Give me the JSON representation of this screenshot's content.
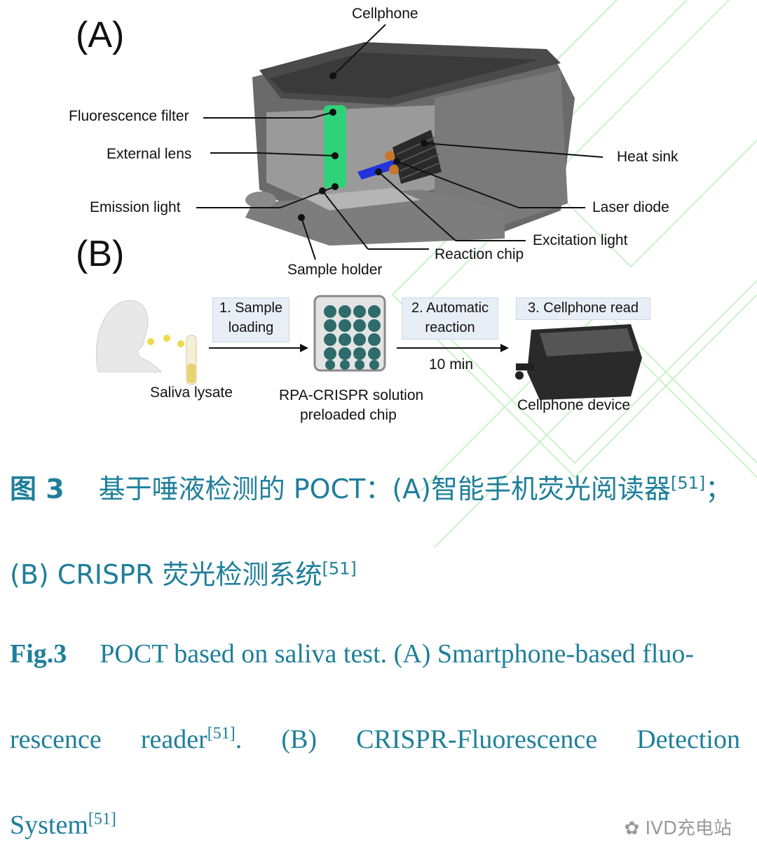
{
  "figure": {
    "panel_a_tag": "(A)",
    "panel_b_tag": "(B)",
    "labels_a": {
      "cellphone": "Cellphone",
      "fluorescence_filter": "Fluorescence filter",
      "external_lens": "External lens",
      "emission_light": "Emission light",
      "heat_sink": "Heat sink",
      "laser_diode": "Laser diode",
      "excitation_light": "Excitation light",
      "reaction_chip": "Reaction chip",
      "sample_holder": "Sample holder"
    },
    "labels_b": {
      "step1_line1": "1. Sample",
      "step1_line2": "loading",
      "step2_line1": "2. Automatic",
      "step2_line2": "reaction",
      "step3": "3. Cellphone read",
      "time": "10 min",
      "saliva": "Saliva lysate",
      "chip_line1": "RPA-CRISPR solution",
      "chip_line2": "preloaded chip",
      "device": "Cellphone device"
    }
  },
  "caption": {
    "zh_label": "图 3",
    "zh_line1": "基于唾液检测的 POCT：(A)智能手机荧光阅读器",
    "zh_ref1": "[51]",
    "zh_sep": "；",
    "zh_line2": "(B) CRISPR 荧光检测系统",
    "zh_ref2": "[51]",
    "en_label": "Fig.3",
    "en_line1": "POCT based on saliva test. (A) Smartphone-based fluo-",
    "en_line2_words": [
      "rescence",
      "reader",
      "[51]",
      ".",
      "(B)",
      "CRISPR-Fluorescence",
      "Detection"
    ],
    "en_line3": "System",
    "en_ref3": "[51]"
  },
  "watermark": "IVD充电站",
  "colors": {
    "accent": "#1e7f9a",
    "green_light": "#2fd27a",
    "blue_light": "#2233dd",
    "device_gray": "#6a6a6a"
  }
}
